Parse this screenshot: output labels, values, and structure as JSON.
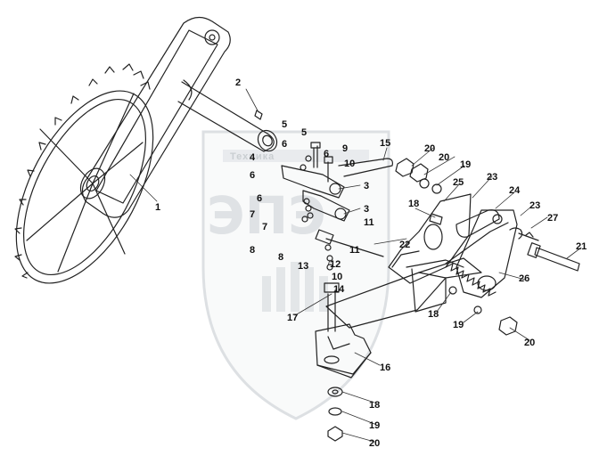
{
  "watermark": {
    "brand_text": "Техника",
    "logo_letters": "ЭПЭ",
    "color": "#9aa3ab"
  },
  "colors": {
    "line": "#222222",
    "background": "#ffffff"
  },
  "parts": [
    {
      "id": "p1",
      "label": "1"
    },
    {
      "id": "p2",
      "label": "2"
    },
    {
      "id": "p3a",
      "label": "3"
    },
    {
      "id": "p3b",
      "label": "3"
    },
    {
      "id": "p4",
      "label": "4"
    },
    {
      "id": "p5a",
      "label": "5"
    },
    {
      "id": "p5b",
      "label": "5"
    },
    {
      "id": "p6a",
      "label": "6"
    },
    {
      "id": "p6b",
      "label": "6"
    },
    {
      "id": "p6c",
      "label": "6"
    },
    {
      "id": "p6d",
      "label": "6"
    },
    {
      "id": "p7a",
      "label": "7"
    },
    {
      "id": "p7b",
      "label": "7"
    },
    {
      "id": "p8a",
      "label": "8"
    },
    {
      "id": "p8b",
      "label": "8"
    },
    {
      "id": "p9",
      "label": "9"
    },
    {
      "id": "p10a",
      "label": "10"
    },
    {
      "id": "p10b",
      "label": "10"
    },
    {
      "id": "p11a",
      "label": "11"
    },
    {
      "id": "p11b",
      "label": "11"
    },
    {
      "id": "p12",
      "label": "12"
    },
    {
      "id": "p13",
      "label": "13"
    },
    {
      "id": "p14",
      "label": "14"
    },
    {
      "id": "p15",
      "label": "15"
    },
    {
      "id": "p16",
      "label": "16"
    },
    {
      "id": "p17",
      "label": "17"
    },
    {
      "id": "p18a",
      "label": "18"
    },
    {
      "id": "p18b",
      "label": "18"
    },
    {
      "id": "p18c",
      "label": "18"
    },
    {
      "id": "p19a",
      "label": "19"
    },
    {
      "id": "p19b",
      "label": "19"
    },
    {
      "id": "p19c",
      "label": "19"
    },
    {
      "id": "p20a",
      "label": "20"
    },
    {
      "id": "p20b",
      "label": "20"
    },
    {
      "id": "p20c",
      "label": "20"
    },
    {
      "id": "p20d",
      "label": "20"
    },
    {
      "id": "p21",
      "label": "21"
    },
    {
      "id": "p22",
      "label": "22"
    },
    {
      "id": "p23a",
      "label": "23"
    },
    {
      "id": "p23b",
      "label": "23"
    },
    {
      "id": "p24",
      "label": "24"
    },
    {
      "id": "p25",
      "label": "25"
    },
    {
      "id": "p26",
      "label": "26"
    },
    {
      "id": "p27",
      "label": "27"
    }
  ]
}
